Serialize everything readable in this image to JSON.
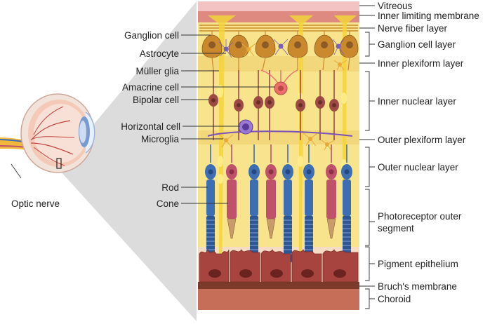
{
  "colors": {
    "vitreous": "#f3c2c2",
    "ilm": "#df8a80",
    "retina": "#f7e48c",
    "plexiform": "#f1d375",
    "ganglion": "#c9892c",
    "muller": "#a8563f",
    "bipolar": "#9e4a44",
    "rod": "#3d6eb3",
    "cone": "#c0516a",
    "amacrine": "#ee6e6e",
    "horizontal": "#7a52b8",
    "astrocyte": "#7a5fb5",
    "microglia": "#e9a935",
    "rpe": "#a8443f",
    "bruch": "#7b3a2a",
    "choroid": "#c76e58",
    "eye_iris": "#7a9bd0",
    "eye_sclera": "#f1e3da",
    "optic_nerve": "#f0b73a"
  },
  "left_labels": {
    "ganglion_cell": "Ganglion cell",
    "astrocyte": "Astrocyte",
    "muller_glia": "Müller glia",
    "amacrine_cell": "Amacrine cell",
    "bipolar_cell": "Bipolar cell",
    "horizontal_cell": "Horizontal cell",
    "microglia": "Microglia",
    "rod": "Rod",
    "cone": "Cone",
    "optic_nerve": "Optic nerve"
  },
  "layers": {
    "vitreous": "Vitreous",
    "inner_limiting_membrane": "Inner limiting membrane",
    "nerve_fiber_layer": "Nerve fiber layer",
    "ganglion_cell_layer": "Ganglion cell layer",
    "inner_plexiform_layer": "Inner plexiform layer",
    "inner_nuclear_layer": "Inner nuclear layer",
    "outer_plexiform_layer": "Outer plexiform layer",
    "outer_nuclear_layer": "Outer nuclear layer",
    "photoreceptor_outer_segment_line1": "Photoreceptor outer",
    "photoreceptor_outer_segment_line2": "segment",
    "pigment_epithelium": "Pigment epithelium",
    "bruchs_membrane": "Bruch's membrane",
    "choroid": "Choroid"
  }
}
